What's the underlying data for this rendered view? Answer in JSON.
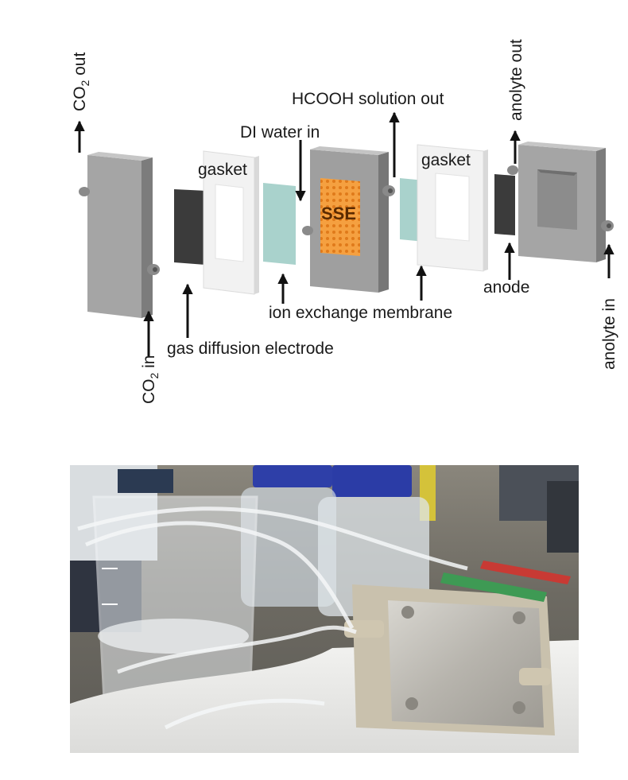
{
  "diagram": {
    "labels": {
      "co2_out_main": "CO",
      "co2_out_sub": "2",
      "co2_out_suffix": " out",
      "co2_in_main": "CO",
      "co2_in_sub": "2",
      "co2_in_suffix": " in",
      "gasket_left": "gasket",
      "gasket_right": "gasket",
      "di_water_in": "DI water in",
      "hcooh_out": "HCOOH solution out",
      "anolyte_out": "anolyte out",
      "anolyte_in": "anolyte in",
      "sse": "SSE",
      "anode": "anode",
      "ion_exchange_membrane": "ion exchange membrane",
      "gas_diffusion_electrode": "gas diffusion electrode"
    },
    "colors": {
      "plate_front": "#a3a3a3",
      "plate_side": "#7d7d7d",
      "plate_top": "#c4c4c4",
      "electrode": "#3c3c3c",
      "gasket": "#f4f4f4",
      "membrane": "#a9d2cc",
      "sse": "#f39a3c",
      "arrow": "#111111"
    }
  },
  "photo": {
    "icons": [
      "beaker-icon",
      "bottle-icon",
      "flow-cell-icon",
      "tubing-icon",
      "clip-icon"
    ]
  }
}
